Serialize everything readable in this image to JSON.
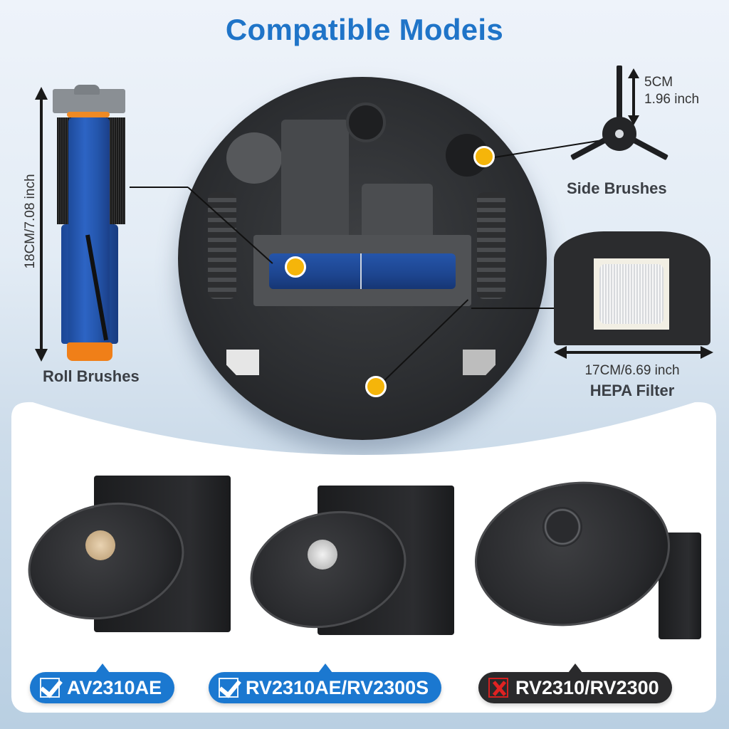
{
  "header": {
    "title": "Compatible Modeis"
  },
  "colors": {
    "title_blue": "#1f74c8",
    "compatible_badge": "#1b78d0",
    "incompatible_badge": "#2a2a2c",
    "callout_dot": "#f5b50a",
    "incompatible_mark": "#e02222"
  },
  "parts": {
    "roll_brush": {
      "label": "Roll Brushes",
      "dimension": "18CM/7.08 inch"
    },
    "side_brush": {
      "label": "Side Brushes",
      "dimension_cm": "5CM",
      "dimension_inch": "1.96 inch"
    },
    "hepa_filter": {
      "label": "HEPA Filter",
      "dimension": "17CM/6.69 inch"
    }
  },
  "models": [
    {
      "name": "AV2310AE",
      "compatible": true,
      "status_icon": "checkbox-checked-icon",
      "cap_color": "gold"
    },
    {
      "name": "RV2310AE/RV2300S",
      "compatible": true,
      "status_icon": "checkbox-checked-icon",
      "cap_color": "silver"
    },
    {
      "name": "RV2310/RV2300",
      "compatible": false,
      "status_icon": "checkbox-crossed-icon",
      "cap_color": "black"
    }
  ]
}
